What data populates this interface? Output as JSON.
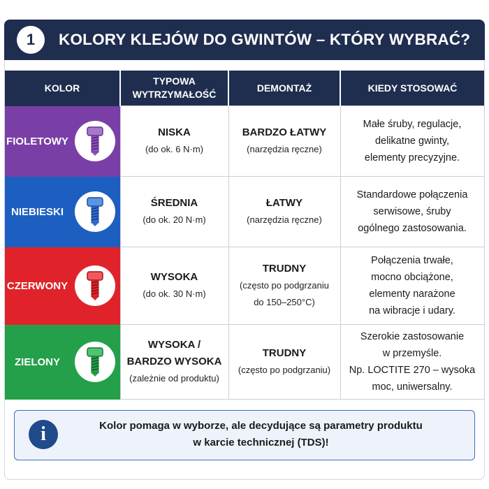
{
  "header": {
    "number": "1",
    "title": "KOLORY KLEJÓW DO GWINTÓW – KTÓRY WYBRAĆ?",
    "bg": "#1f2d4f"
  },
  "table": {
    "headers": {
      "color": "KOLOR",
      "strength": [
        "TYPOWA",
        "WYTRZYMAŁOŚĆ"
      ],
      "removal": "DEMONTAŻ",
      "when": "KIEDY STOSOWAĆ"
    },
    "rows": [
      {
        "name": "FIOLETOWY",
        "color": "#7a3fa6",
        "icon": "purple-screw-icon",
        "strength_main": [
          "NISKA"
        ],
        "strength_sub": "(do ok. 6 N·m)",
        "removal_main": "BARDZO ŁATWY",
        "removal_sub": [
          "(narzędzia ręczne)"
        ],
        "when": [
          "Małe śruby, regulacje,",
          "delikatne gwinty,",
          "elementy precyzyjne."
        ]
      },
      {
        "name": "NIEBIESKI",
        "color": "#1c5fc0",
        "icon": "blue-screw-icon",
        "strength_main": [
          "ŚREDNIA"
        ],
        "strength_sub": "(do ok. 20 N·m)",
        "removal_main": "ŁATWY",
        "removal_sub": [
          "(narzędzia ręczne)"
        ],
        "when": [
          "Standardowe połączenia",
          "serwisowe, śruby",
          "ogólnego zastosowania."
        ]
      },
      {
        "name": "CZERWONY",
        "color": "#e0232a",
        "icon": "red-screw-icon",
        "strength_main": [
          "WYSOKA"
        ],
        "strength_sub": "(do ok. 30 N·m)",
        "removal_main": "TRUDNY",
        "removal_sub": [
          "(często po podgrzaniu",
          "do 150–250°C)"
        ],
        "when": [
          "Połączenia trwałe,",
          "mocno obciążone,",
          "elementy narażone",
          "na wibracje i udary."
        ]
      },
      {
        "name": "ZIELONY",
        "color": "#24a04a",
        "icon": "green-screw-icon",
        "strength_main": [
          "WYSOKA /",
          "BARDZO WYSOKA"
        ],
        "strength_sub": "(zależnie od produktu)",
        "removal_main": "TRUDNY",
        "removal_sub": [
          "(często po podgrzaniu)"
        ],
        "when": [
          "Szerokie zastosowanie",
          "w przemyśle.",
          "Np. LOCTITE 270 – wysoka",
          "moc, uniwersalny."
        ]
      }
    ]
  },
  "info": {
    "icon": "info-icon",
    "lines": [
      "Kolor pomaga w wyborze, ale decydujące są parametry produktu",
      "w karcie technicznej (TDS)!"
    ]
  }
}
